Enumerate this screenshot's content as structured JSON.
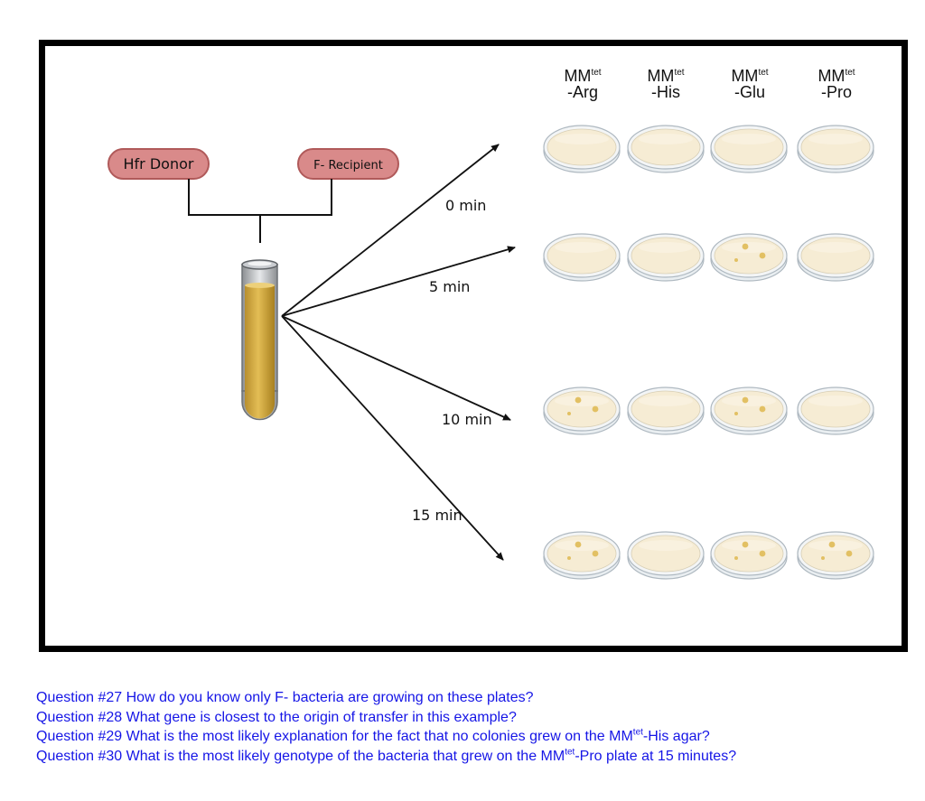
{
  "diagram": {
    "donor_label": "Hfr Donor",
    "recipient_label": "F- Recipient",
    "columns": [
      {
        "base": "MM",
        "sup": "tet",
        "sub": "-Arg"
      },
      {
        "base": "MM",
        "sup": "tet",
        "sub": "-His"
      },
      {
        "base": "MM",
        "sup": "tet",
        "sub": "-Glu"
      },
      {
        "base": "MM",
        "sup": "tet",
        "sub": "-Pro"
      }
    ],
    "time_labels": [
      "0 min",
      "5 min",
      "10 min",
      "15 min"
    ],
    "plate_colonies": [
      [
        0,
        0,
        0,
        0
      ],
      [
        0,
        0,
        3,
        0
      ],
      [
        3,
        0,
        3,
        0
      ],
      [
        3,
        0,
        3,
        3
      ]
    ],
    "colors": {
      "frame": "#000000",
      "pill_fill": "#d98a8a",
      "pill_stroke": "#b05a5a",
      "agar": "#f6ecd4",
      "dish_rim": "#aeb8c0",
      "colony": "#e2c063",
      "tube_liquid": "#d9b24a"
    }
  },
  "questions": {
    "q27": "Question #27 How do you know only F- bacteria are growing on these plates?",
    "q28": "Question #28 What gene is closest to the origin of transfer in this example?",
    "q29_pre": "Question #29 What is the most likely explanation for the fact that no colonies grew on the MM",
    "q29_sup": "tet",
    "q29_post": "-His agar?",
    "q30_pre": "Question #30 What is the most likely genotype of the bacteria that grew on the MM",
    "q30_sup": "tet",
    "q30_post": "-Pro plate at 15 minutes?"
  }
}
